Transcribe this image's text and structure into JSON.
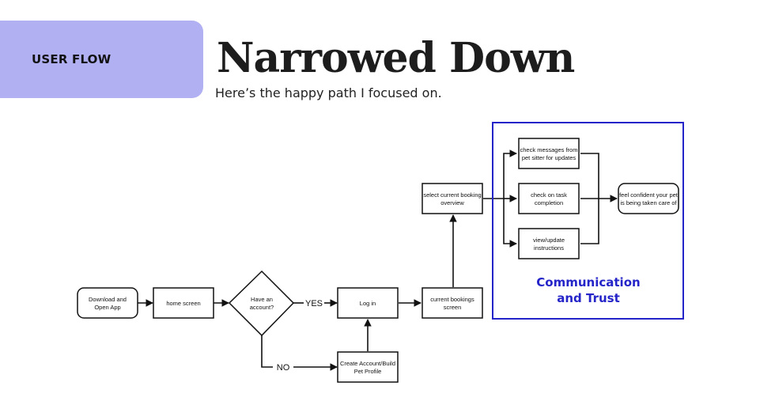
{
  "header": {
    "section_label": "USER FLOW",
    "title": "Narrowed Down",
    "subtitle": "Here’s the happy path I focused on."
  },
  "colors": {
    "tab": "#b1b0f2",
    "highlight": "#2424c8",
    "line": "#111111"
  },
  "flow": {
    "nodes": {
      "download": [
        "Download and",
        "Open App"
      ],
      "home": [
        "home screen"
      ],
      "account": [
        "Have an",
        "account?"
      ],
      "login": [
        "Log in"
      ],
      "create": [
        "Create Account/Build",
        "Pet Profile"
      ],
      "bookings": [
        "current bookings",
        "screen"
      ],
      "select": [
        "select current booking",
        "overview"
      ],
      "messages": [
        "check messages from",
        "pet sitter for updates"
      ],
      "tasks": [
        "check on task",
        "completion"
      ],
      "instructions": [
        "view/update",
        "instructions"
      ],
      "confident": [
        "feel confident your pet",
        "is being taken care of"
      ]
    },
    "edge_labels": {
      "yes": "YES",
      "no": "NO"
    },
    "group": {
      "label": [
        "Communication",
        "and Trust"
      ]
    }
  }
}
